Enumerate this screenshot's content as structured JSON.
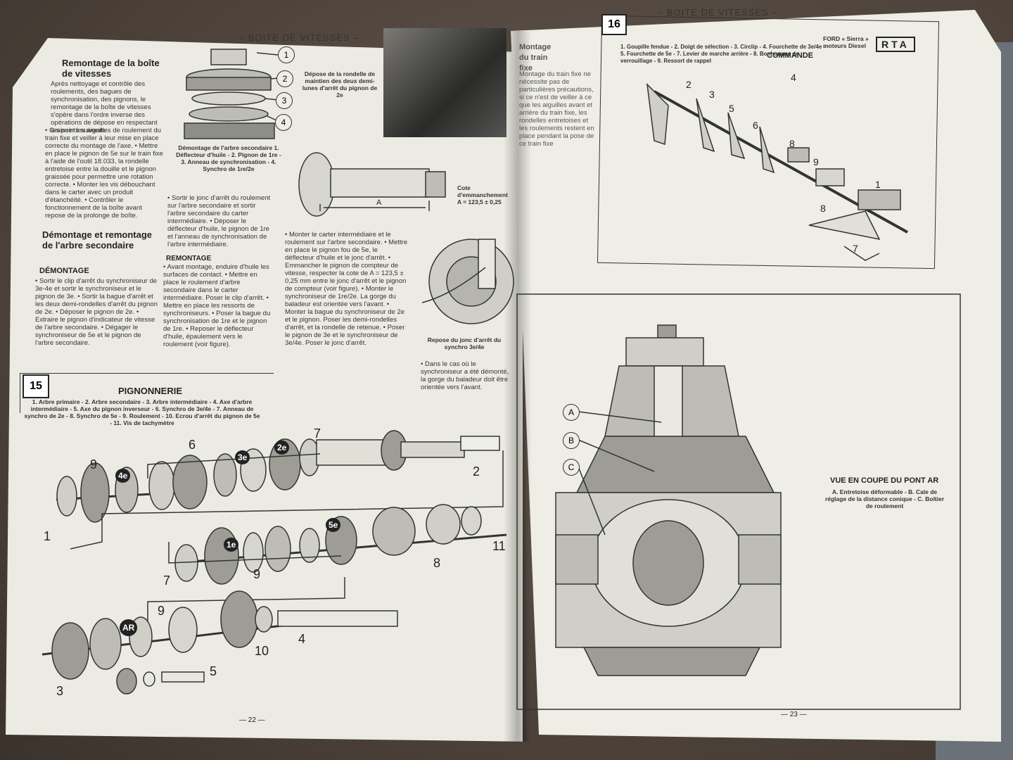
{
  "left_page": {
    "header": "– BOITE DE VITESSES –",
    "section1_title": "Remontage de la boîte de vitesses",
    "section1_text": "Après nettoyage et contrôle des roulements, des bagues de synchronisation, des pignons, le remontage de la boîte de vitesses s'opère dans l'ordre inverse des opérations de dépose en respectant les points suivants",
    "section1_bullets": "• Graisser les aiguilles de roulement du train fixe et veiller à leur mise en place correcte du montage de l'axe. • Mettre en place le pignon de 5e sur le train fixe à l'aide de l'outil 18.033, la rondelle entretoise entre la douille et le pignon graissée pour permettre une rotation correcte. • Monter les vis débouchant dans le carter avec un produit d'étanchéité. • Contrôler le fonctionnement de la boîte avant repose de la prolonge de boîte.",
    "section2_title": "Démontage et remontage de l'arbre secondaire",
    "section2_sub": "DÉMONTAGE",
    "section2_text": "• Sortir le clip d'arrêt du synchroniseur de 3e-4e et sortir le synchroniseur et le pignon de 3e. • Sortir la bague d'arrêt et les deux demi-rondelles d'arrêt du pignon de 2e. • Déposer le pignon de 2e. • Extraire le pignon d'indicateur de vitesse de l'arbre secondaire. • Dégager le synchroniseur de 5e et le pignon de l'arbre secondaire.",
    "diag_callouts": [
      "1",
      "2",
      "3",
      "4"
    ],
    "diag_caption": "Démontage de l'arbre secondaire 1. Déflecteur d'huile - 2. Pignon de 1re - 3. Anneau de synchronisation - 4. Synchro de 1re/2e",
    "col2_text": "• Sortir le jonc d'arrêt du roulement sur l'arbre secondaire et sortir l'arbre secondaire du carter intermédiaire. • Déposer le déflecteur d'huile, le pignon de 1re et l'anneau de synchronisation de l'arbre intermédiaire.",
    "remontage_title": "REMONTAGE",
    "remontage_text": "• Avant montage, enduire d'huile les surfaces de contact. • Mettre en place le roulement d'arbre secondaire dans le carter intermédiaire. Poser le clip d'arrêt. • Mettre en place les ressorts de synchroniseurs. • Poser la bague du synchronisation de 1re et le pignon de 1re. • Reposer le déflecteur d'huile, épaulement vers le roulement (voir figure).",
    "photo_caption": "Dépose de la rondelle de maintien des deux demi-lunes d'arrêt du pignon de 2e",
    "cote_caption": "Cote d'emmanchement A = 123,5 ± 0,25",
    "dim_label": "A",
    "col3_text": "• Monter le carter intermédiaire et le roulement sur l'arbre secondaire. • Mettre en place le pignon fou de 5e, le déflecteur d'huile et le jonc d'arrêt. • Emmancher le pignon de compteur de vitesse, respecter la cote de A = 123,5 ± 0,25 mm entre le jonc d'arrêt et le pignon de compteur (voir figure). • Monter le synchroniseur de 1re/2e. La gorge du baladeur est orientée vers l'avant. • Monter la bague du synchroniseur de 2e et le pignon. Poser les demi-rondelles d'arrêt, et la rondelle de retenue. • Poser le pignon de 3e et le synchroniseur de 3e/4e. Poser le jonc d'arrêt.",
    "repose_caption": "Repose du jonc d'arrêt du synchro 3e/4e",
    "col4_text": "• Dans le cas où le synchroniseur a été démonté, la gorge du baladeur doit être orientée vers l'avant.",
    "fig15_number": "15",
    "fig15_title": "PIGNONNERIE",
    "fig15_legend": "1. Arbre primaire - 2. Arbre secondaire - 3. Arbre intermédiaire - 4. Axe d'arbre intermédiaire - 5. Axe du pignon inverseur - 6. Synchro de 3e/4e - 7. Anneau de synchro de 2e - 8. Synchro de 5e - 9. Roulement - 10. Ecrou d'arrêt du pignon de 5e - 11. Vis de tachymètre",
    "fig15_labels": [
      "9",
      "6",
      "7",
      "2",
      "1",
      "4e",
      "3e",
      "2e",
      "7",
      "1e",
      "9",
      "5e",
      "8",
      "11",
      "9",
      "AR",
      "10",
      "4",
      "3",
      "5"
    ],
    "page_number": "— 22 —"
  },
  "right_page": {
    "header": "– BOITE DE VITESSES –",
    "fig16_number": "16",
    "brand_text": "FORD « Sierra » moteurs Diesel",
    "logo_text": "RTA",
    "fig16_title": "COMMANDE",
    "fig16_legend": "1. Goupille fendue - 2. Doigt de sélection - 3. Circlip - 4. Fourchette de 3e/4e - 5. Fourchette de 5e - 7. Levier de marche arrière - 8. Bonhomme de verrouillage - 9. Ressort de rappel",
    "fig16_labels": [
      "4",
      "2",
      "3",
      "5",
      "6",
      "8",
      "9",
      "1",
      "8",
      "7"
    ],
    "side_text_title": "Montage du train fixe",
    "side_text": "Montage du train fixe ne nécessite pas de particulières précautions, si ce n'est de veiller à ce que les aiguilles avant et arrière du train fixe, les rondelles entretoises et les roulements restent en place pendant la pose de ce train fixe",
    "callouts": [
      "A",
      "B",
      "C"
    ],
    "fig_title": "VUE EN COUPE DU PONT AR",
    "fig_legend": "A. Entretoise déformable - B. Cale de réglage de la distance conique - C. Boîtier de roulement",
    "page_number": "— 23 —"
  }
}
